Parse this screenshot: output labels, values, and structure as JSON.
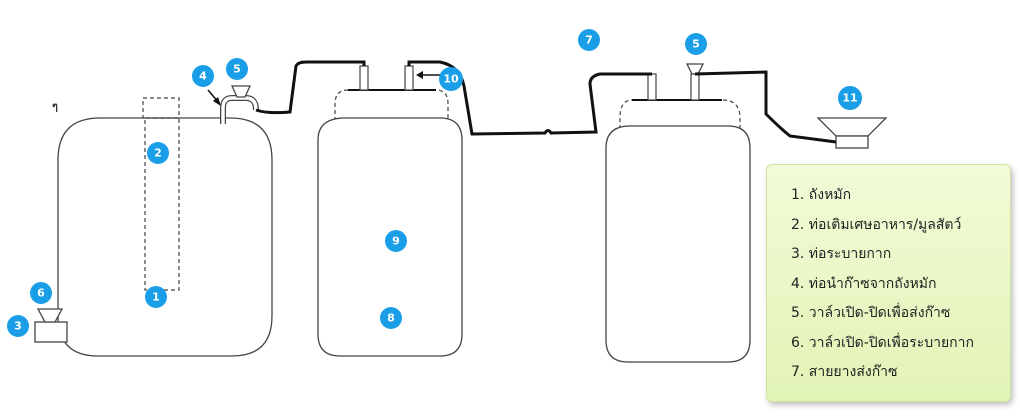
{
  "colors": {
    "badge": "#1a9ee8",
    "legend_bg": "#e6f5c0",
    "outline": "#444444",
    "hose": "#111111"
  },
  "badges": {
    "b1": "1",
    "b2": "2",
    "b3": "3",
    "b4": "4",
    "b5_left": "5",
    "b6": "6",
    "b7": "7",
    "b5_right": "5",
    "b8": "8",
    "b9": "9",
    "b10": "10",
    "b11": "11"
  },
  "stray_mark": "ๆ",
  "legend": {
    "items": [
      "1. ถังหมัก",
      "2. ท่อเติมเศษอาหาร/มูลสัตว์",
      "3. ท่อระบายกาก",
      "4. ท่อนำก๊าซจากถังหมัก",
      "5. วาล์วเปิด-ปิดเพื่อส่งก๊าซ",
      "6. วาล์วเปิด-ปิดเพื่อระบายกาก",
      "7. สายยางส่งก๊าซ"
    ]
  }
}
